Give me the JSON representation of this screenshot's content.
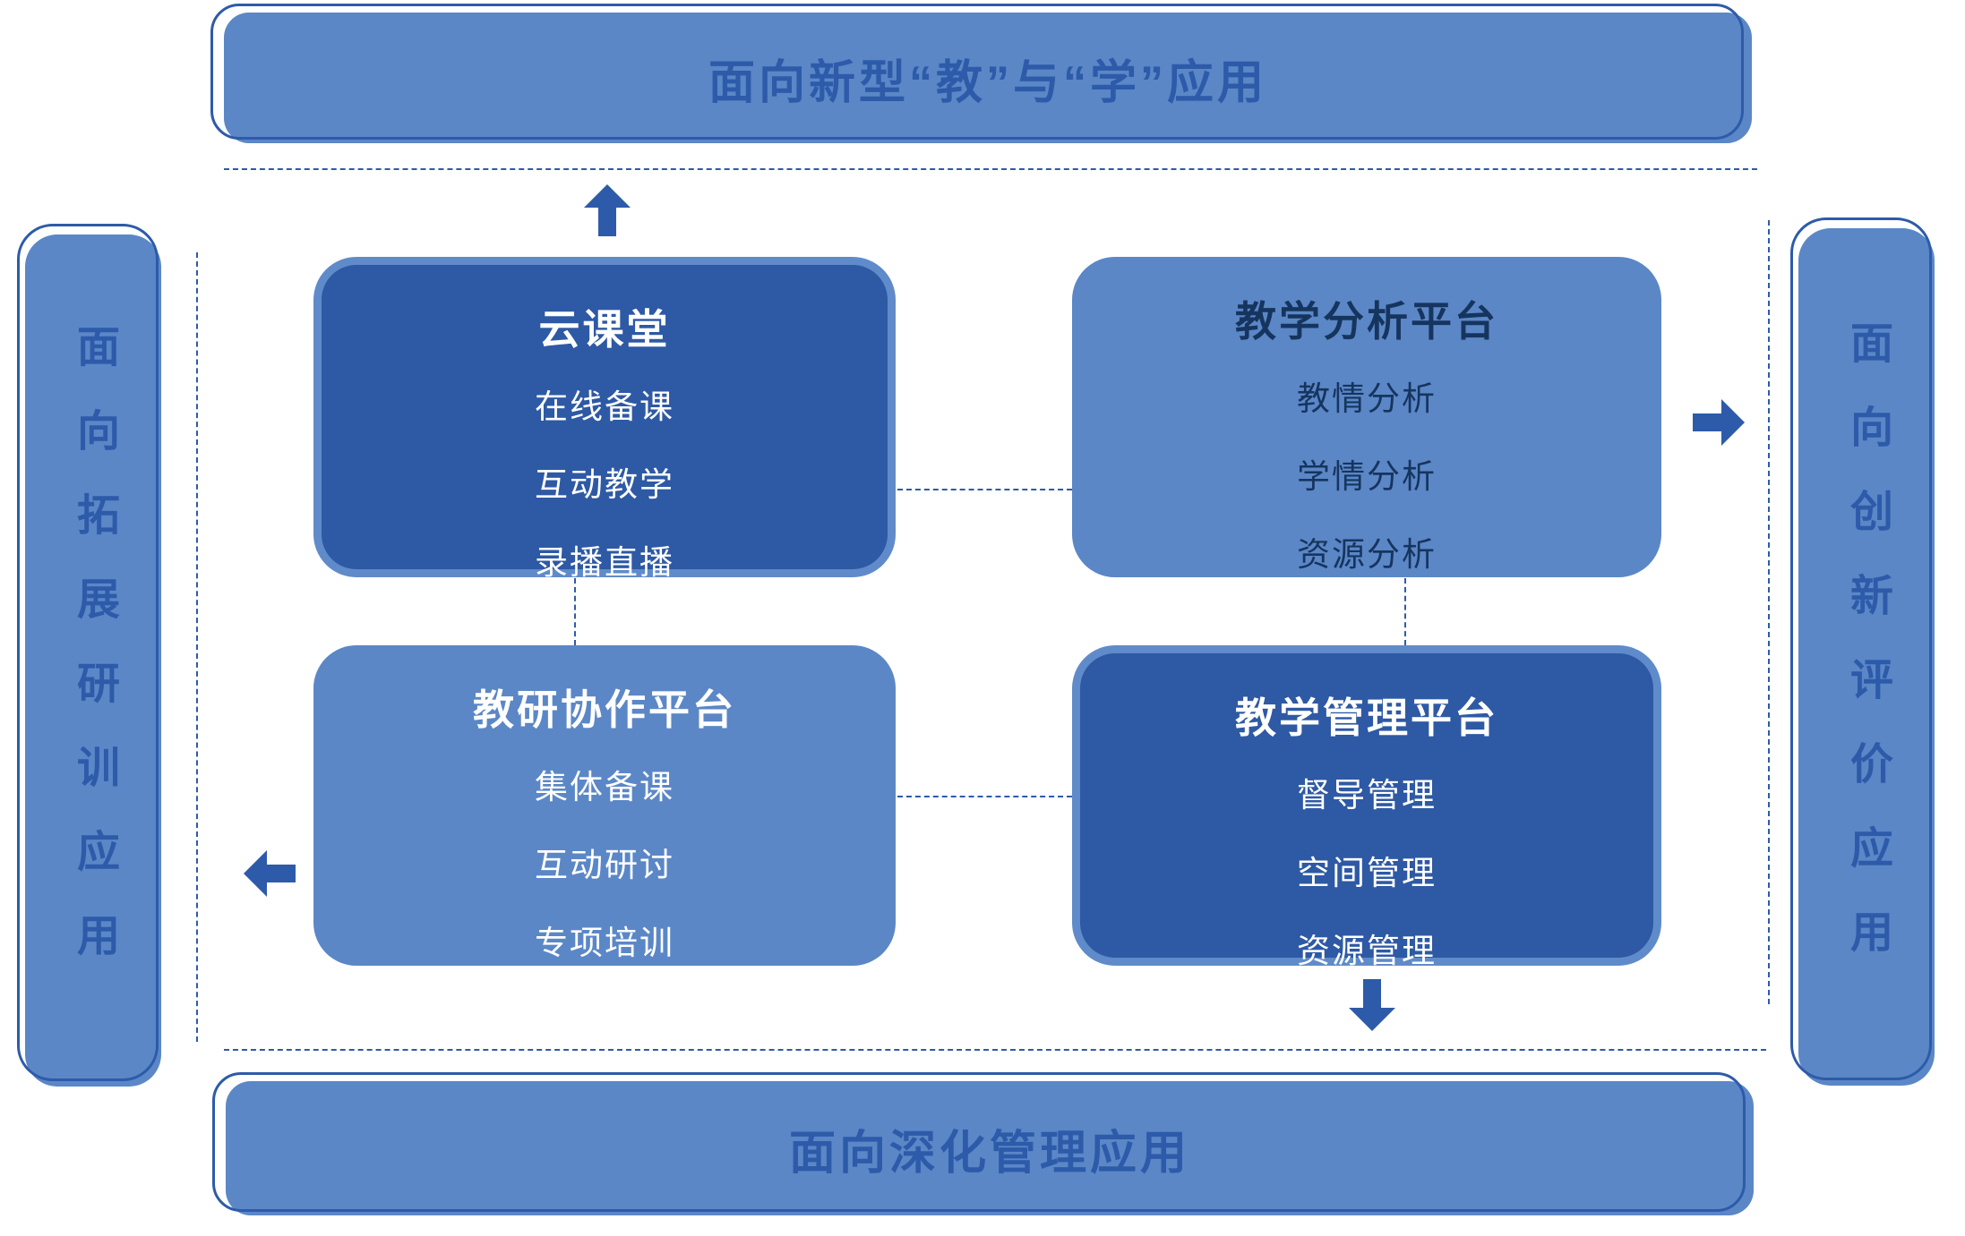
{
  "banners": {
    "top": "面向新型“教”与“学”应用",
    "bottom": "面向深化管理应用",
    "left": "面向拓展研训应用",
    "right": "面向创新评价应用"
  },
  "boxes": [
    {
      "title": "云课堂",
      "items": [
        "在线备课",
        "互动教学",
        "录播直播"
      ],
      "style": "dark"
    },
    {
      "title": "教学分析平台",
      "items": [
        "教情分析",
        "学情分析",
        "资源分析"
      ],
      "style": "light-navy-text"
    },
    {
      "title": "教研协作平台",
      "items": [
        "集体备课",
        "互动研讨",
        "专项培训"
      ],
      "style": "light-white-text"
    },
    {
      "title": "教学管理平台",
      "items": [
        "督导管理",
        "空间管理",
        "资源管理"
      ],
      "style": "dark"
    }
  ],
  "icons": {
    "arrow_up": "block-arrow-up",
    "arrow_right": "block-arrow-right",
    "arrow_left": "block-arrow-left",
    "arrow_down": "block-arrow-down"
  },
  "colors": {
    "dark_blue": "#2d5ba9",
    "medium_blue": "#5b87c7",
    "dark_box_fill": "#2e59a4",
    "dark_box_rim": "#608bca",
    "navy_text": "#16355e",
    "white_text": "#ffffff"
  }
}
